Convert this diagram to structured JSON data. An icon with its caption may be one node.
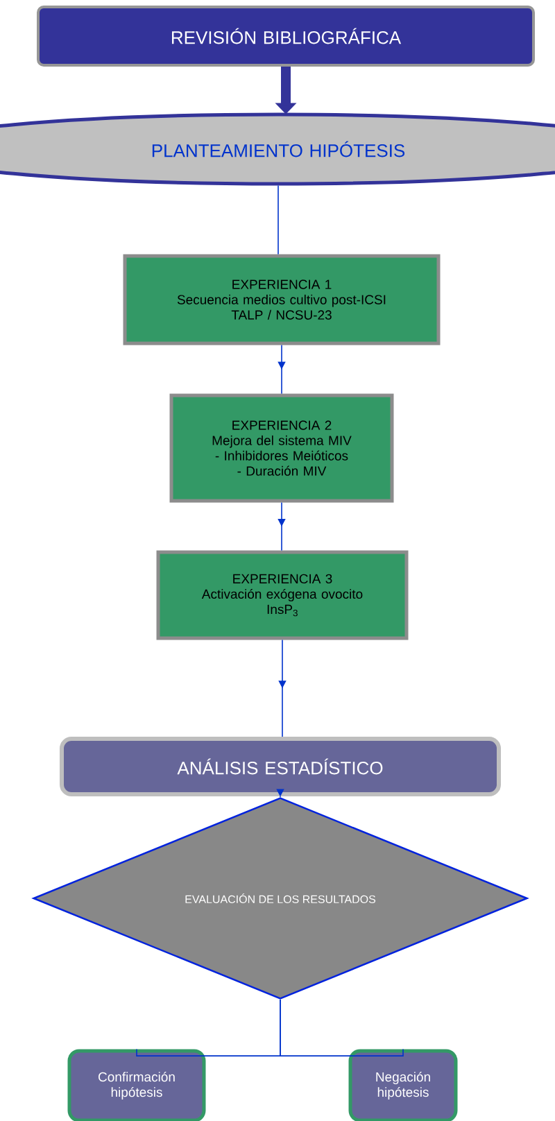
{
  "diagram": {
    "nodes": [
      {
        "text": [
          "REVISIÓN BIBLIOGRÁFICA"
        ]
      },
      {
        "text": [
          "PLANTEAMIENTO HIPÓTESIS"
        ]
      },
      {
        "text": [
          "EXPERIENCIA 1",
          "Secuencia medios cultivo post-ICSI",
          "TALP / NCSU-23"
        ]
      },
      {
        "text": [
          "EXPERIENCIA 2",
          "Mejora del sistema MIV",
          "- Inhibidores Meióticos",
          "- Duración MIV"
        ]
      },
      {
        "text": [
          "EXPERIENCIA 3",
          "Activación exógena ovocito",
          "InsP$_{3}$"
        ]
      },
      {
        "text": [
          "ANÁLISIS ESTADÍSTICO"
        ]
      },
      {
        "text": [
          "EVALUACIÓN DE LOS RESULTADOS"
        ]
      },
      {
        "text": [
          "Confirmación hipótesis"
        ]
      },
      {
        "text": [
          "Negación hipótesis"
        ]
      }
    ],
    "edges": [
      {
        "from": 0,
        "to": 1,
        "arrow": "to",
        "style": "thick",
        "color": "#333399"
      },
      {
        "from": 1,
        "to": 2,
        "arrow": "none"
      },
      {
        "from": 2,
        "to": 3,
        "arrow": "to"
      },
      {
        "from": 3,
        "to": 4,
        "arrow": "to"
      },
      {
        "from": 4,
        "to": 5,
        "arrow": "to"
      },
      {
        "from": 5,
        "to": 6,
        "arrow": "to"
      },
      {
        "from": 6,
        "to": 7,
        "arrow": "none"
      },
      {
        "from": 6,
        "to": 8,
        "arrow": "none"
      }
    ]
  }
}
